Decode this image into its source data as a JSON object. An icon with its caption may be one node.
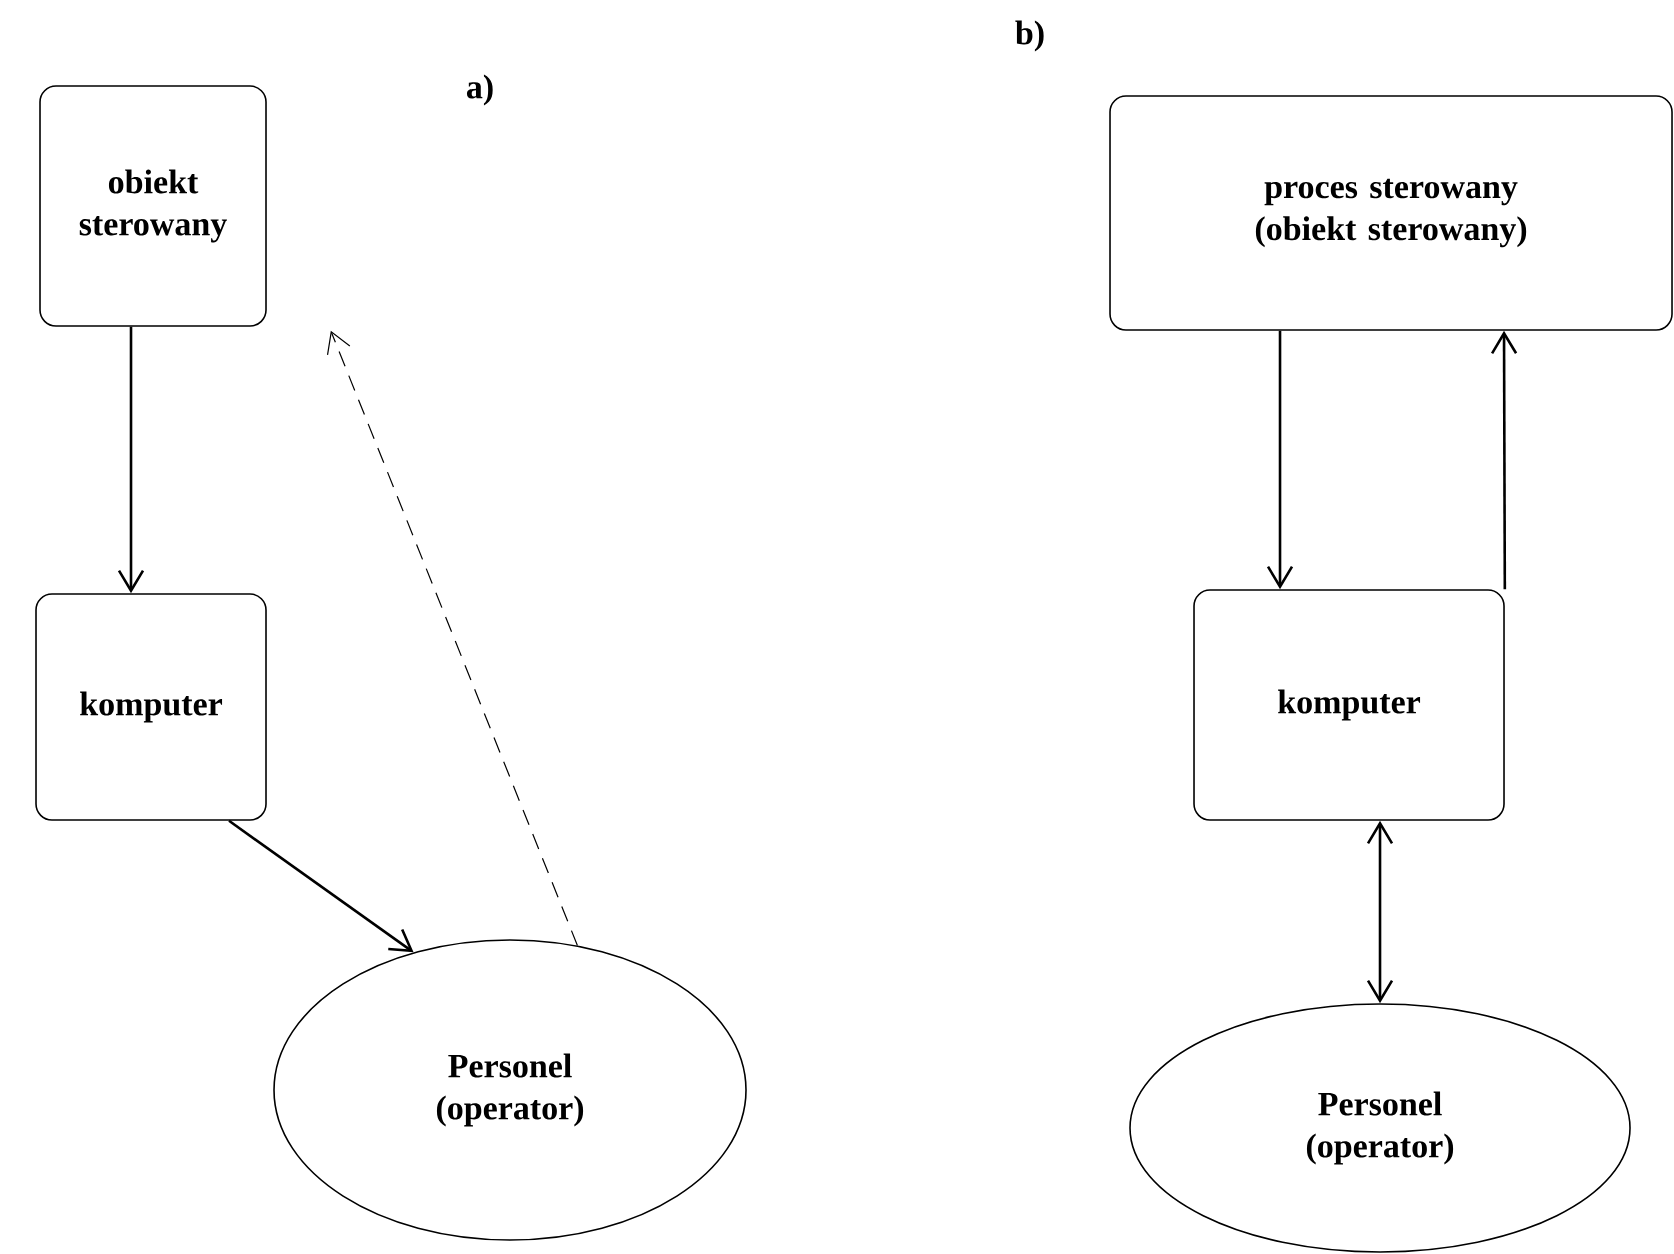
{
  "diagram": {
    "nodes": [
      {
        "text": [
          "obiekt sterowany"
        ]
      },
      {
        "text": [
          "komputer"
        ]
      },
      {
        "text": [
          "Personel (operator)"
        ]
      },
      {
        "text": [
          "proces sterowany (obiekt sterowany)"
        ]
      },
      {
        "text": [
          "komputer"
        ]
      },
      {
        "text": [
          "Personel (operator)"
        ]
      }
    ],
    "edges": [
      {
        "from": 0,
        "to": 1,
        "arrow": "to"
      },
      {
        "from": 1,
        "to": 2,
        "arrow": "to"
      },
      {
        "from": 2,
        "to": 0,
        "arrow": "to",
        "style": "dashed"
      },
      {
        "from": 3,
        "to": 4,
        "arrow": "to"
      },
      {
        "from": 4,
        "to": 3,
        "arrow": "to"
      },
      {
        "from": 4,
        "to": 5,
        "arrow": "both"
      }
    ],
    "labels": [
      "a)",
      "b)"
    ]
  }
}
